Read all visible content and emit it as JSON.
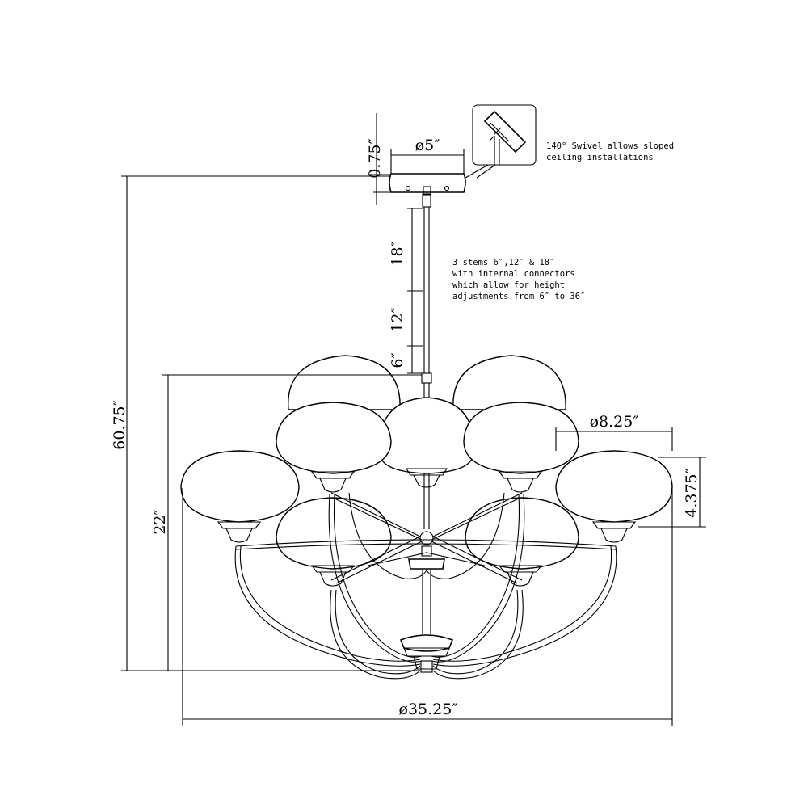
{
  "dimensions": {
    "canopy_height": "0.75″",
    "canopy_diameter": "ø5″",
    "stem_18": "18″",
    "stem_12": "12″",
    "stem_6": "6″",
    "overall_height": "60.75″",
    "body_height": "22″",
    "shade_diameter": "ø8.25″",
    "shade_height": "4.375″",
    "overall_diameter": "ø35.25″"
  },
  "notes": {
    "swivel": [
      "140° Swivel allows sloped",
      "ceiling installations"
    ],
    "stems": [
      "3 stems 6″,12″ & 18″",
      "with internal connectors",
      "which allow for height",
      "adjustments from 6″ to 36″"
    ]
  }
}
